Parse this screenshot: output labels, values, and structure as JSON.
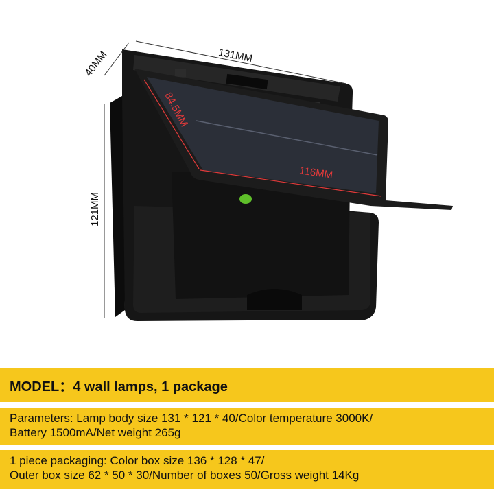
{
  "dimensions": {
    "width": "131MM",
    "depth": "40MM",
    "height": "121MM",
    "panel_side": "84.5MM",
    "panel_width": "116MM"
  },
  "specs": {
    "model": "MODEL：4 wall lamps, 1 package",
    "parameters_line1": "Parameters: Lamp body size 131 * 121 * 40/Color temperature 3000K/",
    "parameters_line2": "Battery 1500mA/Net weight 265g",
    "packaging_line1": "1 piece packaging: Color box size 136 * 128 * 47/",
    "packaging_line2": "Outer box size 62 * 50 * 30/Number of boxes 50/Gross weight 14Kg"
  },
  "colors": {
    "band": "#f6c71c",
    "measure_red": "#e13a3a",
    "lamp_body": "#1a1a1a"
  }
}
